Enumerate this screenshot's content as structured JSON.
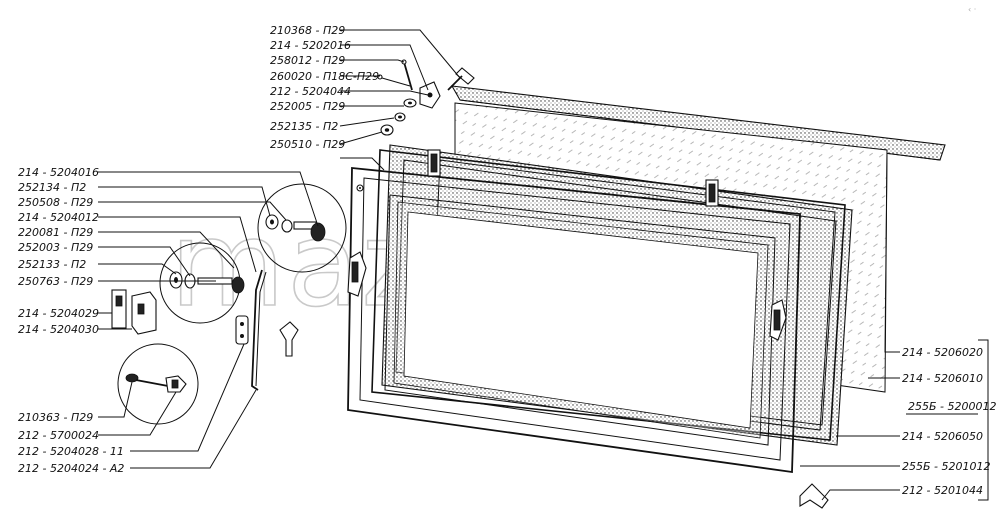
{
  "watermark": "mazik.by",
  "labels": {
    "l_210368_p29": "210368 - П29",
    "l_214_5202016": "214 - 5202016",
    "l_258012_p29": "258012 - П29",
    "l_260020_p29": "260020 - П18С-П29",
    "l_212_5204044": "212 - 5204044",
    "l_252005_p29": "252005 - П29",
    "l_252135_p2": "252135 - П2",
    "l_250510_p29": "250510 - П29",
    "l_214_5204016": "214 - 5204016",
    "l_252134_p2": "252134 - П2",
    "l_250508_p29": "250508 - П29",
    "l_214_5204012": "214 - 5204012",
    "l_220081_p29": "220081 - П29",
    "l_252003_p29": "252003 - П29",
    "l_252133_p2": "252133 - П2",
    "l_250763_p29": "250763 - П29",
    "l_214_5204029": "214 - 5204029",
    "l_214_5204030": "214 - 5204030",
    "l_210363_p29": "210363 - П29",
    "l_212_5700024": "212 - 5700024",
    "l_212_5204028": "212 - 5204028 - 11",
    "l_212_5204024": "212 - 5204024 - А2",
    "l_214_5206020": "214 - 5206020",
    "l_214_5206010": "214 - 5206010",
    "l_255b_5200012": "255Б - 5200012",
    "l_214_5206050": "214 - 5206050",
    "l_255b_5201012": "255Б - 5201012",
    "l_212_5201044": "212 - 5201044"
  }
}
